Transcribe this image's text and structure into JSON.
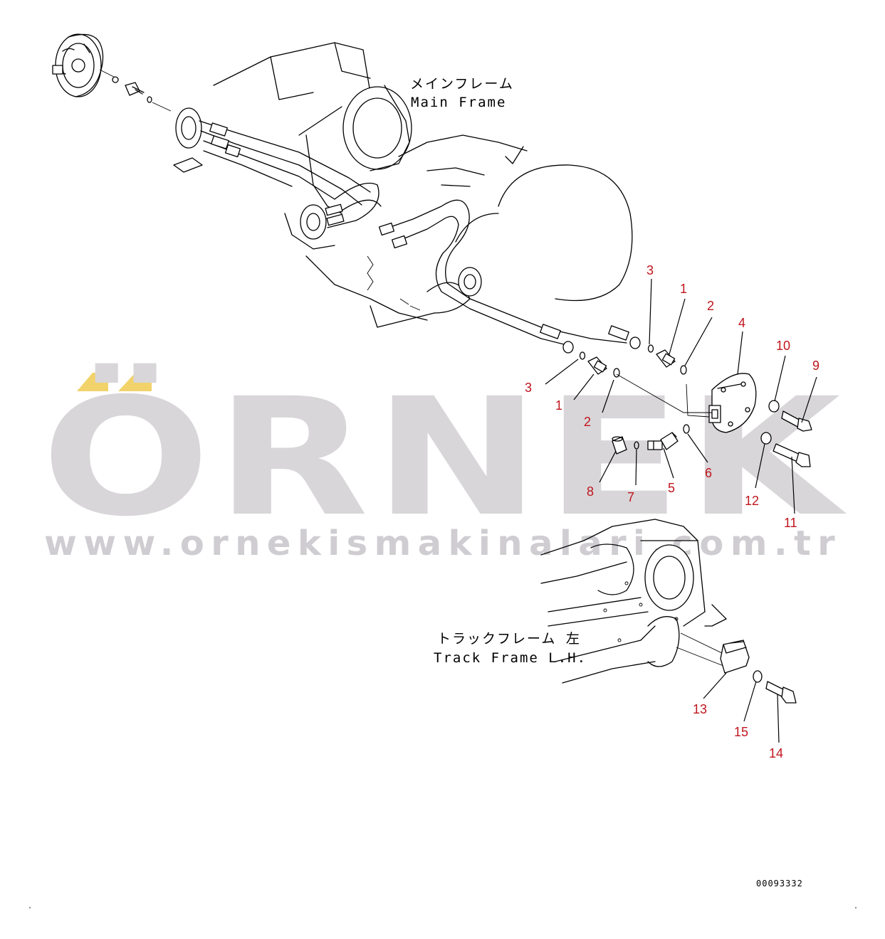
{
  "labels": {
    "main_frame_jp": "メインフレーム",
    "main_frame_en": "Main Frame",
    "track_frame_jp": "トラックフレーム 左",
    "track_frame_en": "Track Frame L.H."
  },
  "drawing_code": "00093332",
  "watermark": {
    "brand": "ÖRNEK",
    "url": "www.ornekismakinalari.com.tr",
    "brand_color": "#d8d6d9",
    "accent_color": "#f2d36b"
  },
  "callouts": [
    {
      "id": "callout-3-upper",
      "text": "3"
    },
    {
      "id": "callout-1-upper",
      "text": "1"
    },
    {
      "id": "callout-2-upper",
      "text": "2"
    },
    {
      "id": "callout-4",
      "text": "4"
    },
    {
      "id": "callout-10",
      "text": "10"
    },
    {
      "id": "callout-9",
      "text": "9"
    },
    {
      "id": "callout-3-lower",
      "text": "3"
    },
    {
      "id": "callout-1-lower",
      "text": "1"
    },
    {
      "id": "callout-2-lower",
      "text": "2"
    },
    {
      "id": "callout-8",
      "text": "8"
    },
    {
      "id": "callout-7",
      "text": "7"
    },
    {
      "id": "callout-5",
      "text": "5"
    },
    {
      "id": "callout-6",
      "text": "6"
    },
    {
      "id": "callout-12",
      "text": "12"
    },
    {
      "id": "callout-11",
      "text": "11"
    },
    {
      "id": "callout-13",
      "text": "13"
    },
    {
      "id": "callout-15",
      "text": "15"
    },
    {
      "id": "callout-14",
      "text": "14"
    }
  ],
  "colors": {
    "callout": "#c0151d",
    "line": "#000000",
    "background": "#ffffff"
  }
}
